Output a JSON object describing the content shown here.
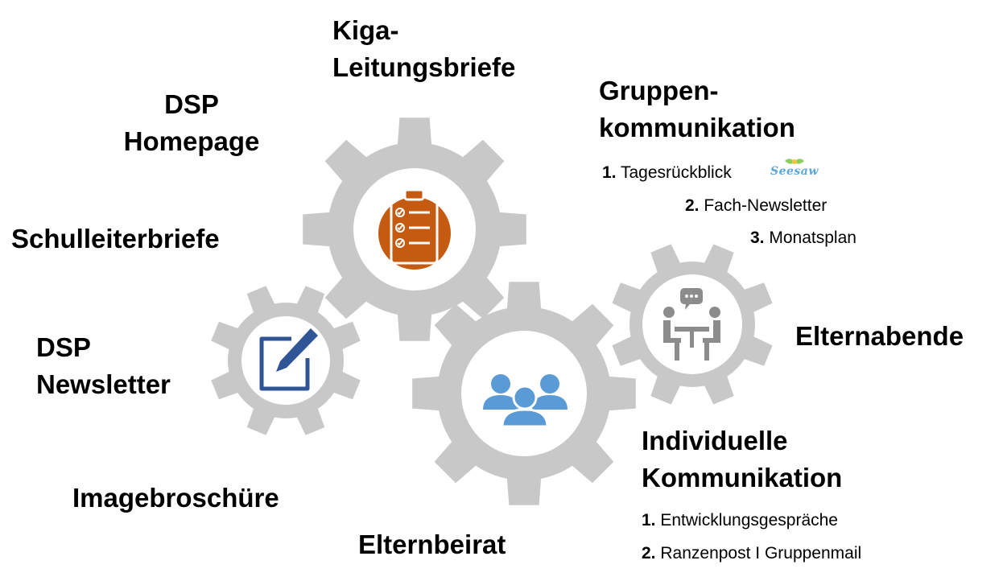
{
  "labels": {
    "kiga": [
      "Kiga-",
      "Leitungsbriefe"
    ],
    "dsp_homepage": [
      "DSP",
      "Homepage"
    ],
    "gruppen": [
      "Gruppen-",
      "kommunikation"
    ],
    "schulleiter": "Schulleiterbriefe",
    "dsp_newsletter": [
      "DSP",
      "Newsletter"
    ],
    "elternabende": "Elternabende",
    "individuelle": [
      "Individuelle",
      "Kommunikation"
    ],
    "imagebroschuere": "Imagebroschüre",
    "elternbeirat": "Elternbeirat"
  },
  "gruppen_items": [
    {
      "num": "1.",
      "text": "Tagesrückblick"
    },
    {
      "num": "2.",
      "text": "Fach-Newsletter"
    },
    {
      "num": "3.",
      "text": "Monatsplan"
    }
  ],
  "individuell_items": [
    {
      "num": "1.",
      "text": "Entwicklungsgespräche"
    },
    {
      "num": "2.",
      "text": "Ranzenpost I Gruppenmail"
    }
  ],
  "seesaw_logo": "Seesaw",
  "icons": {
    "top_gear": "clipboard-checklist-icon",
    "left_gear": "edit-pen-icon",
    "center_gear": "group-people-icon",
    "right_gear": "meeting-chat-icon"
  },
  "colors": {
    "gear": "#c8c8c8",
    "clipboard_circle": "#c55a11",
    "pen_blue": "#2f5597",
    "people_blue": "#5b9bd5",
    "meeting_gray": "#8c8c8c"
  }
}
